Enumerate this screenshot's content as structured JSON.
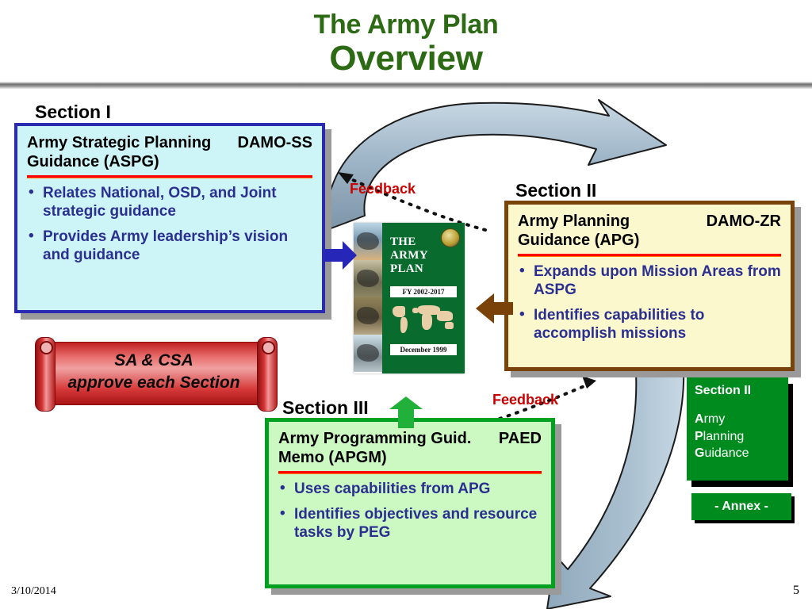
{
  "slide": {
    "title_line1": "The Army Plan",
    "title_line2": "Overview",
    "title_color": "#2d6a14"
  },
  "sections": {
    "one": {
      "label": "Section I",
      "heading": "Army Strategic Planning Guidance  (ASPG)",
      "code": "DAMO-SS",
      "bullets": [
        "Relates National, OSD, and Joint strategic guidance",
        "Provides Army leadership’s vision and guidance"
      ],
      "bg": "#cdf5f7",
      "border": "#2a2ab0"
    },
    "two": {
      "label": "Section II",
      "heading": "Army Planning Guidance (APG)",
      "code": "DAMO-ZR",
      "bullets": [
        "Expands upon Mission Areas from ASPG",
        "Identifies capabilities to accomplish missions"
      ],
      "bg": "#fbf8ce",
      "border": "#79430c"
    },
    "three": {
      "label": "Section III",
      "heading": "Army Programming Guid. Memo (APGM)",
      "code": "PAED",
      "bullets": [
        "Uses capabilities from APG",
        "Identifies objectives and resource tasks by PEG"
      ],
      "bg": "#ccf8c2",
      "border": "#00a020"
    }
  },
  "scroll_banner": {
    "line1": "SA & CSA",
    "line2": "approve each Section",
    "color": "#c02020"
  },
  "book_cover": {
    "title_line1": "THE",
    "title_line2": "ARMY",
    "title_line3": "PLAN",
    "fiscal_years": "FY 2002-2017",
    "date": "December 1999",
    "cover_color": "#0a6b2e"
  },
  "feedback_labels": {
    "upper": "Feedback",
    "lower": "Feedback",
    "color": "#cc0000"
  },
  "annex": {
    "section_label": "Section II",
    "line1_bold": "A",
    "line1_rest": "rmy",
    "line2_bold": "P",
    "line2_rest": "lanning",
    "line3_bold": "G",
    "line3_rest": "uidance",
    "tab_label": "- Annex -",
    "bg": "#008b1e"
  },
  "footer": {
    "date": "3/10/2014",
    "page_number": "5"
  }
}
